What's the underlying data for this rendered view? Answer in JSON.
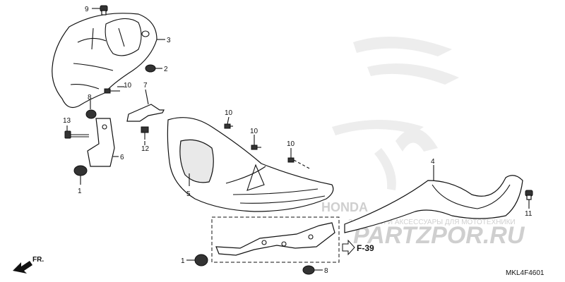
{
  "callouts": [
    "9",
    "3",
    "2",
    "10",
    "8",
    "7",
    "13",
    "6",
    "12",
    "1",
    "10",
    "10",
    "10",
    "5",
    "4",
    "11",
    "1",
    "8"
  ],
  "reference": "F-39",
  "direction_label": "FR.",
  "diagram_code": "MKL4F4601",
  "watermark": {
    "brand": "HONDA",
    "site": "PARTZPOR.RU",
    "tagline": "ЗАПЧАСТИ И АКСЕССУАРЫ ДЛЯ МОТОТЕХНИКИ"
  }
}
